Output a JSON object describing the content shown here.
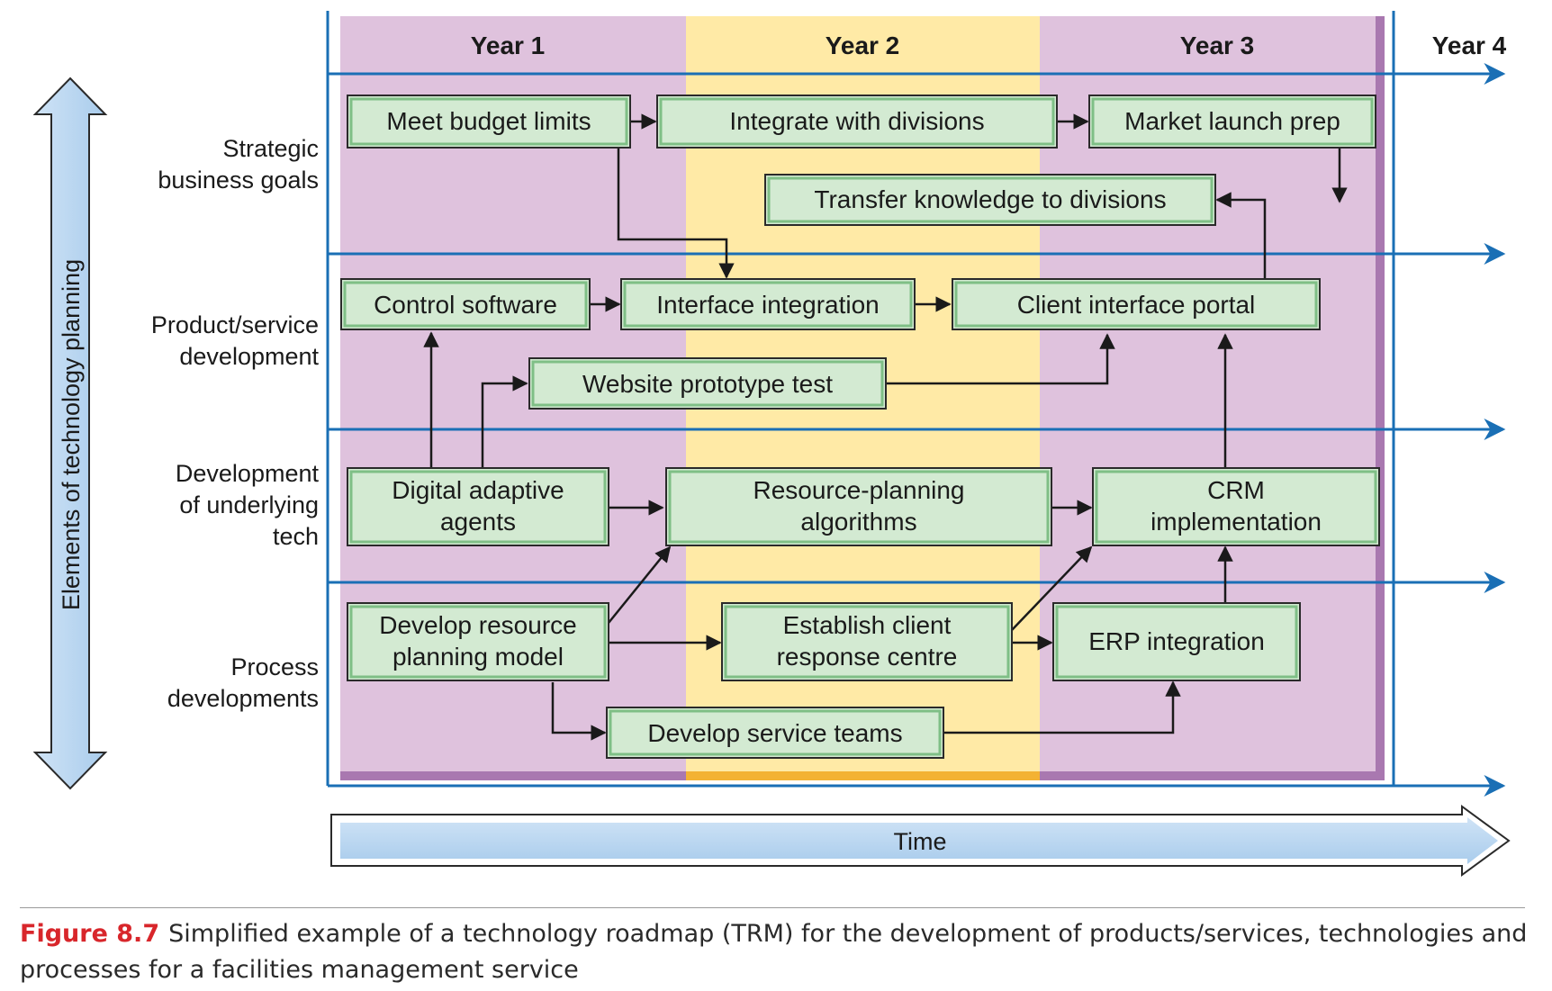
{
  "years": [
    "Year 1",
    "Year 2",
    "Year 3",
    "Year 4"
  ],
  "vertical_axis_label": "Elements of technology planning",
  "time_label": "Time",
  "rows": [
    {
      "line1": "Strategic",
      "line2": "business goals"
    },
    {
      "line1": "Product/service",
      "line2": "development"
    },
    {
      "line1": "Development",
      "line2": "of underlying",
      "line3": "tech"
    },
    {
      "line1": "Process",
      "line2": "developments"
    }
  ],
  "boxes": {
    "meet_budget": "Meet budget limits",
    "integrate_divisions": "Integrate with divisions",
    "market_launch": "Market launch prep",
    "transfer_knowledge": "Transfer knowledge to divisions",
    "control_software": "Control software",
    "interface_integration": "Interface integration",
    "client_portal": "Client interface portal",
    "website_prototype": "Website prototype test",
    "digital_agents": {
      "line1": "Digital adaptive",
      "line2": "agents"
    },
    "resource_algorithms": {
      "line1": "Resource-planning",
      "line2": "algorithms"
    },
    "crm": {
      "line1": "CRM",
      "line2": "implementation"
    },
    "resource_model": {
      "line1": "Develop resource",
      "line2": "planning model"
    },
    "client_centre": {
      "line1": "Establish client",
      "line2": "response centre"
    },
    "erp": "ERP integration",
    "service_teams": "Develop service teams"
  },
  "caption": {
    "figure_number": "Figure 8.7",
    "text": "Simplified example of a technology roadmap (TRM) for the development of products/services, technologies and processes for a facilities management service"
  },
  "colors": {
    "year_odd": "#dfc2dd",
    "year_even": "#ffeaa6",
    "box_fill": "#d3ead2",
    "axis_blue": "#1a6fb5",
    "arrow_fill": "#b8d6f0"
  }
}
